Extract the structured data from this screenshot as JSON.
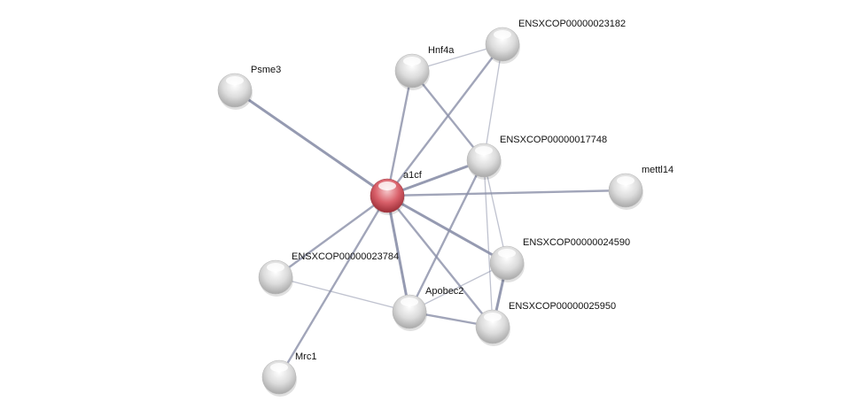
{
  "network": {
    "nodes": [
      {
        "id": "a1cf",
        "label": "a1cf",
        "query": true
      },
      {
        "id": "psme3",
        "label": "Psme3"
      },
      {
        "id": "hnf4a",
        "label": "Hnf4a"
      },
      {
        "id": "e23182",
        "label": "ENSXCOP00000023182"
      },
      {
        "id": "e17748",
        "label": "ENSXCOP00000017748"
      },
      {
        "id": "mettl14",
        "label": "mettl14"
      },
      {
        "id": "e24590",
        "label": "ENSXCOP00000024590"
      },
      {
        "id": "e23784",
        "label": "ENSXCOP00000023784"
      },
      {
        "id": "apobec2",
        "label": "Apobec2"
      },
      {
        "id": "e25950",
        "label": "ENSXCOP00000025950"
      },
      {
        "id": "mrc1",
        "label": "Mrc1"
      }
    ],
    "edges": [
      [
        "a1cf",
        "psme3",
        "strong"
      ],
      [
        "a1cf",
        "hnf4a",
        "medium"
      ],
      [
        "a1cf",
        "e23182",
        "medium"
      ],
      [
        "a1cf",
        "e17748",
        "strong"
      ],
      [
        "a1cf",
        "mettl14",
        "medium"
      ],
      [
        "a1cf",
        "e24590",
        "strong"
      ],
      [
        "a1cf",
        "e23784",
        "medium"
      ],
      [
        "a1cf",
        "apobec2",
        "strong"
      ],
      [
        "a1cf",
        "e25950",
        "medium"
      ],
      [
        "a1cf",
        "mrc1",
        "medium"
      ],
      [
        "hnf4a",
        "e23182",
        "weak"
      ],
      [
        "hnf4a",
        "e17748",
        "medium"
      ],
      [
        "e23182",
        "e17748",
        "weak"
      ],
      [
        "e17748",
        "e24590",
        "weak"
      ],
      [
        "e17748",
        "e25950",
        "weak"
      ],
      [
        "e17748",
        "apobec2",
        "medium"
      ],
      [
        "e24590",
        "e25950",
        "strong"
      ],
      [
        "e24590",
        "apobec2",
        "weak"
      ],
      [
        "apobec2",
        "e25950",
        "medium"
      ],
      [
        "e23784",
        "apobec2",
        "weak"
      ]
    ],
    "colors": {
      "query": "#d9606a",
      "node": "#e4e4e4",
      "edge": "#8a8fa8"
    }
  }
}
